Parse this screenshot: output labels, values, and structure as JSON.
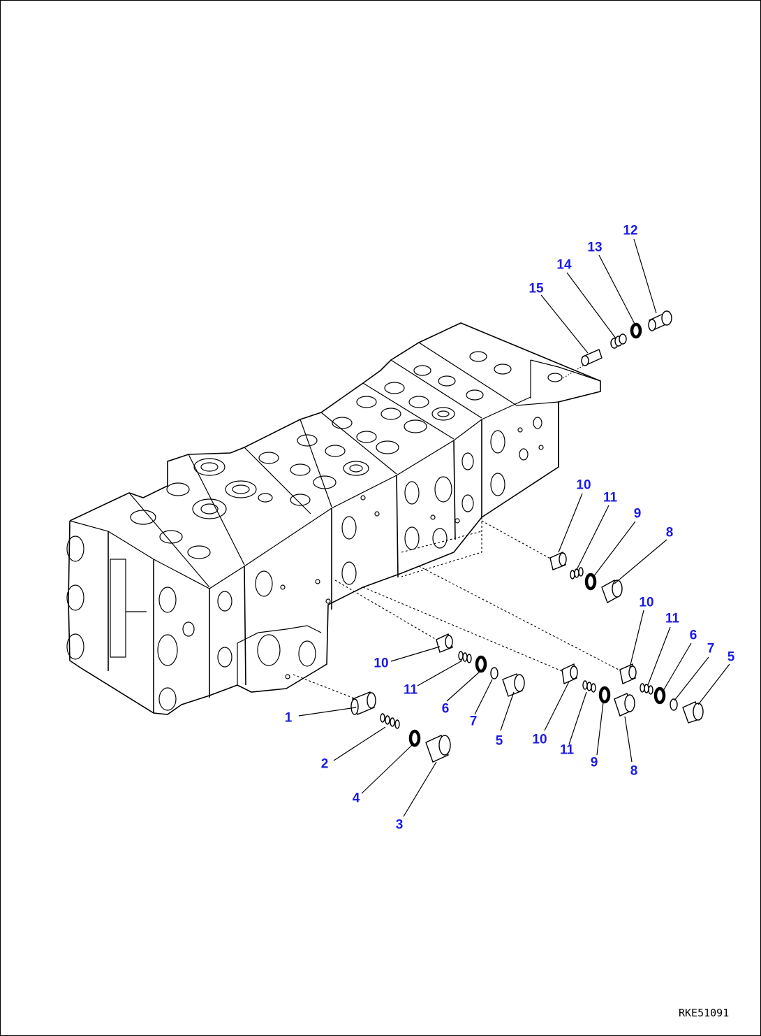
{
  "drawing": {
    "code": "RKE51091"
  },
  "callouts": [
    {
      "id": "c12a",
      "label": "12"
    },
    {
      "id": "c13a",
      "label": "13"
    },
    {
      "id": "c14a",
      "label": "14"
    },
    {
      "id": "c15a",
      "label": "15"
    },
    {
      "id": "c10a",
      "label": "10"
    },
    {
      "id": "c11a",
      "label": "11"
    },
    {
      "id": "c9a",
      "label": "9"
    },
    {
      "id": "c8a",
      "label": "8"
    },
    {
      "id": "c10b",
      "label": "10"
    },
    {
      "id": "c11b",
      "label": "11"
    },
    {
      "id": "c6a",
      "label": "6"
    },
    {
      "id": "c7a",
      "label": "7"
    },
    {
      "id": "c5a",
      "label": "5"
    },
    {
      "id": "c10c",
      "label": "10"
    },
    {
      "id": "c11c",
      "label": "11"
    },
    {
      "id": "c6b",
      "label": "6"
    },
    {
      "id": "c7b",
      "label": "7"
    },
    {
      "id": "c5b",
      "label": "5"
    },
    {
      "id": "c10d",
      "label": "10"
    },
    {
      "id": "c11d",
      "label": "11"
    },
    {
      "id": "c9b",
      "label": "9"
    },
    {
      "id": "c8b",
      "label": "8"
    },
    {
      "id": "c1",
      "label": "1"
    },
    {
      "id": "c2",
      "label": "2"
    },
    {
      "id": "c4",
      "label": "4"
    },
    {
      "id": "c3",
      "label": "3"
    }
  ],
  "colors": {
    "callout": "#1a1ae6",
    "line": "#000000",
    "background": "#ffffff"
  }
}
